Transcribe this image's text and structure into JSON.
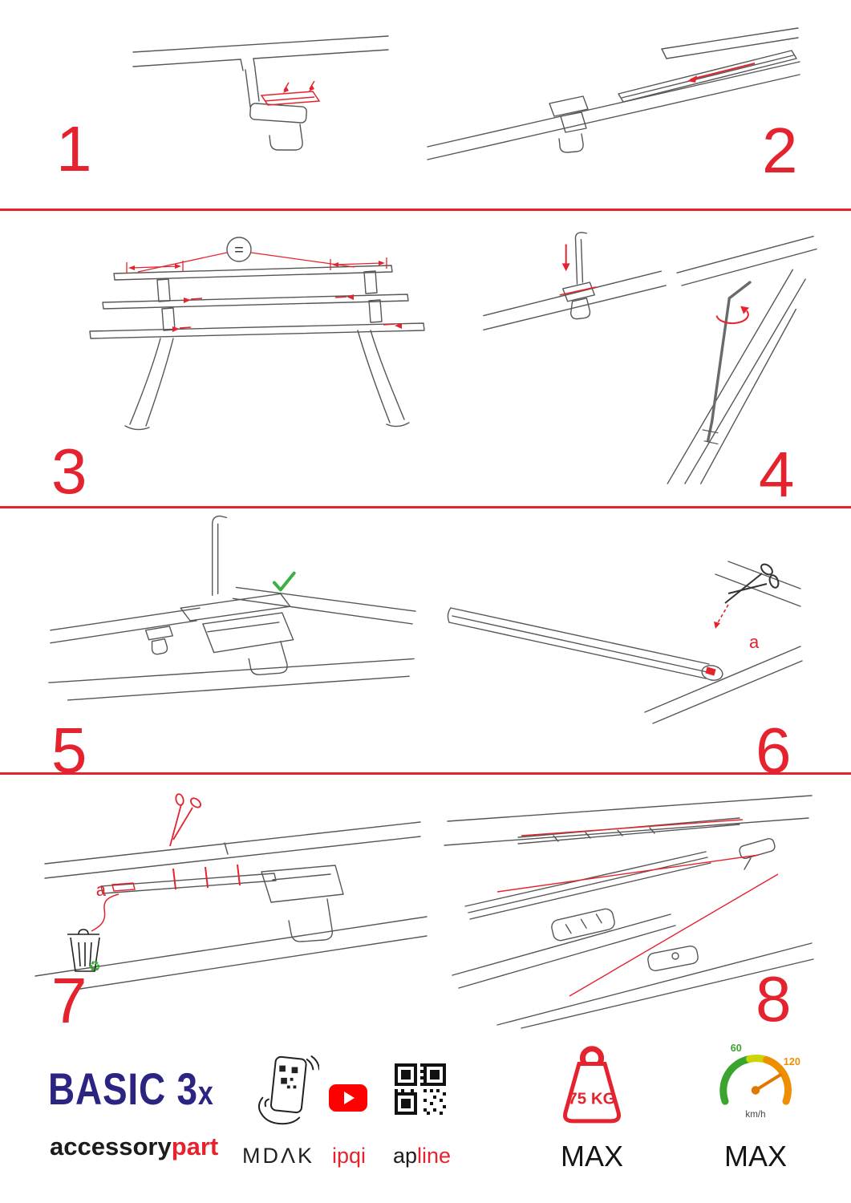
{
  "colors": {
    "accent_red": "#e5232e",
    "brand_blue": "#2b2483",
    "check_green": "#3bb143",
    "recycle_green": "#3aa935",
    "youtube_red": "#ff0000",
    "speed_green": "#3aa42f",
    "speed_orange": "#ef8e00"
  },
  "steps": [
    {
      "number": "1"
    },
    {
      "number": "2"
    },
    {
      "number": "3",
      "symbol": "="
    },
    {
      "number": "4"
    },
    {
      "number": "5",
      "check": "✓"
    },
    {
      "number": "6",
      "label": "a"
    },
    {
      "number": "7",
      "label": "a"
    },
    {
      "number": "8"
    }
  ],
  "footer": {
    "product_name": "BASIC 3",
    "product_suffix": "x",
    "brand_part1": "accessory",
    "brand_part2": "part",
    "app_label": "MDΛK",
    "video_label": "ipqi",
    "qr_part1": "ap",
    "qr_part2": "line",
    "weight_value": "75 KG",
    "weight_max": "MAX",
    "speed_min": "60",
    "speed_max_value": "120",
    "speed_unit": "km/h",
    "speed_max": "MAX",
    "recycle_symbol": "♻"
  }
}
